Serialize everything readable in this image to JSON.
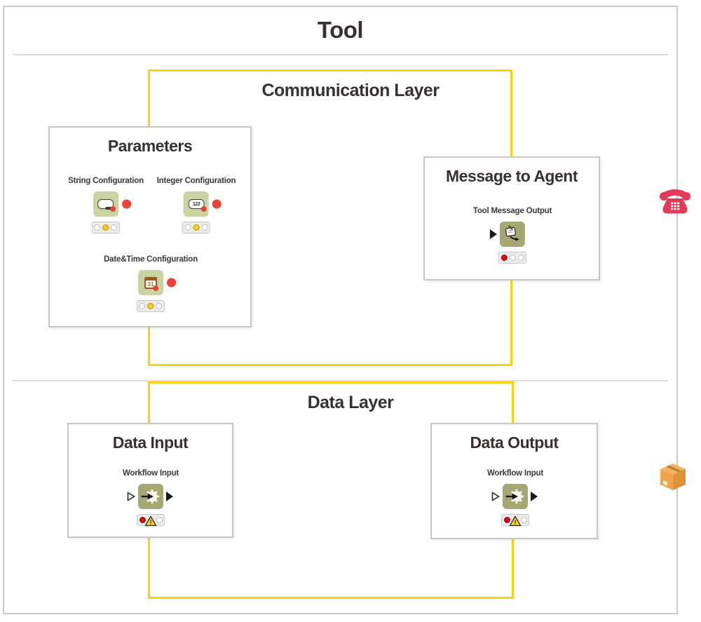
{
  "window": {
    "title": "Tool"
  },
  "communication_layer": {
    "title": "Communication Layer",
    "parameters": {
      "title": "Parameters",
      "nodes": {
        "string": {
          "label": "String Configuration"
        },
        "integer": {
          "label": "Integer Configuration",
          "icon_text": "123"
        },
        "datetime": {
          "label": "Date&Time Configuration",
          "icon_text": "31"
        }
      }
    },
    "message_to_agent": {
      "title": "Message to Agent",
      "nodes": {
        "tool_message_output": {
          "label": "Tool Message Output"
        }
      }
    }
  },
  "data_layer": {
    "title": "Data Layer",
    "data_input": {
      "title": "Data Input",
      "nodes": {
        "workflow_input": {
          "label": "Workflow Input"
        }
      }
    },
    "data_output": {
      "title": "Data Output",
      "nodes": {
        "workflow_input": {
          "label": "Workflow Input"
        }
      }
    }
  },
  "status": {
    "warning_mark": "!"
  },
  "icons": {
    "side": [
      "telephone-icon",
      "package-icon"
    ],
    "node": [
      "text-field-icon",
      "number-field-icon",
      "calendar-icon",
      "message-output-icon",
      "gear-input-icon"
    ]
  },
  "colors": {
    "accent_yellow": "#fdd10c",
    "config_node_green": "#c9d4a2",
    "io_node_olive": "#a6a873",
    "port_red": "#ee4036",
    "status_red": "#d01212",
    "phone_red": "#e23a57",
    "package_orange": "#f2a74b"
  }
}
